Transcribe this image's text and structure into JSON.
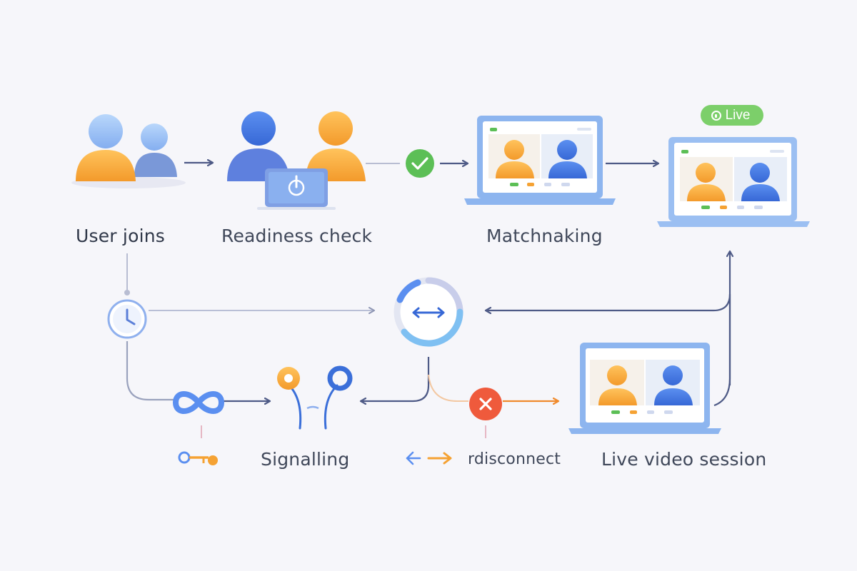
{
  "steps": {
    "user_joins": "User joins",
    "readiness_check": "Readiness check",
    "matchmaking": "Matchnaking",
    "signalling": "Signalling",
    "disconnect": "rdisconnect",
    "live_video_session": "Live video session"
  },
  "badge": {
    "live_label": "Live"
  },
  "colors": {
    "background": "#f6f6fa",
    "orange": "#f5a233",
    "blue": "#3f78e0",
    "light_blue": "#9ec3f1",
    "green": "#5cbf56",
    "red": "#ef5a3c",
    "arrow": "#4e5a86"
  },
  "icons": [
    "users-icon",
    "laptop-icon",
    "check-icon",
    "clock-icon",
    "sync-icon",
    "infinity-icon",
    "signal-icon",
    "key-icon",
    "error-icon",
    "swap-arrows-icon"
  ]
}
